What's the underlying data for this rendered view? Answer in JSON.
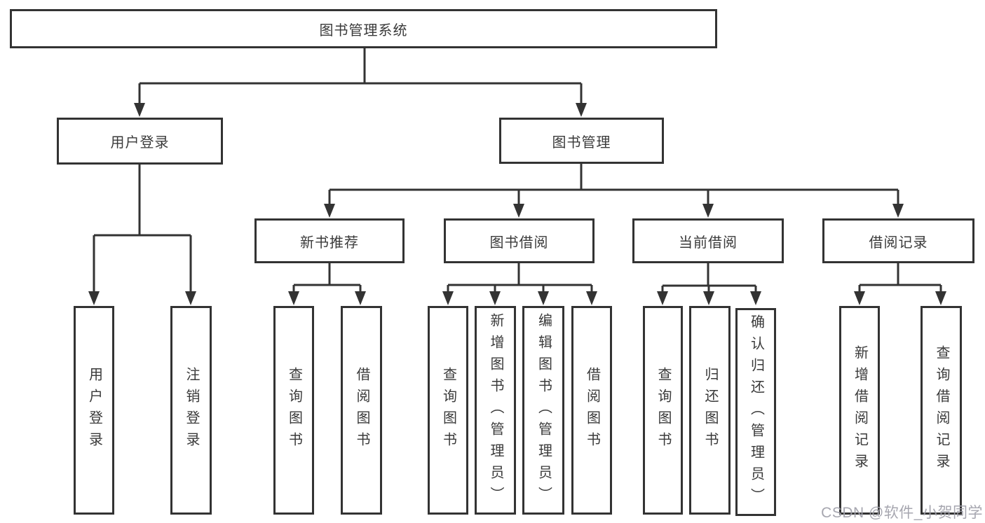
{
  "colors": {
    "line": "#333333",
    "box_border": "#333333",
    "box_fill": "#ffffff",
    "text": "#3a3a3a",
    "watermark": "#9e9ea8"
  },
  "watermark": {
    "text": "CSDN @软件_小贺同学"
  },
  "diagram": {
    "root": {
      "label": "图书管理系统"
    },
    "branches": [
      {
        "label": "用户登录",
        "children": [
          {
            "label": "用户登录"
          },
          {
            "label": "注销登录"
          }
        ]
      },
      {
        "label": "图书管理",
        "children": [
          {
            "label": "新书推荐",
            "children": [
              {
                "label": "查询图书"
              },
              {
                "label": "借阅图书"
              }
            ]
          },
          {
            "label": "图书借阅",
            "children": [
              {
                "label": "查询图书"
              },
              {
                "label": "新增图书（管理员）"
              },
              {
                "label": "编辑图书（管理员）"
              },
              {
                "label": "借阅图书"
              }
            ]
          },
          {
            "label": "当前借阅",
            "children": [
              {
                "label": "查询图书"
              },
              {
                "label": "归还图书"
              },
              {
                "label": "确认归还（管理员）"
              }
            ]
          },
          {
            "label": "借阅记录",
            "children": [
              {
                "label": "新增借阅记录"
              },
              {
                "label": "查询借阅记录"
              }
            ]
          }
        ]
      }
    ]
  }
}
